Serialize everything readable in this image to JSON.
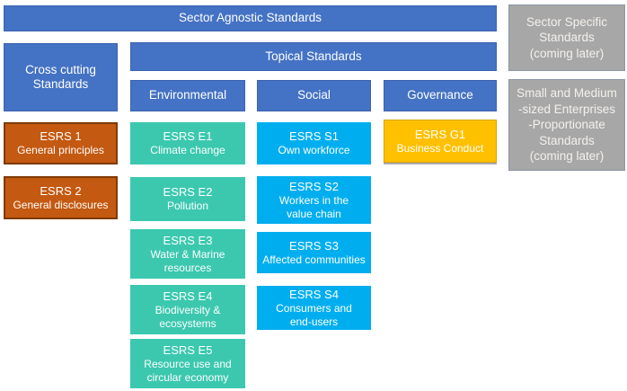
{
  "diagram": {
    "title_banner": "Sector Agnostic Standards",
    "topical_banner": "Topical Standards",
    "cross_cutting_header": "Cross cutting\nStandards",
    "columns": {
      "environmental": "Environmental",
      "social": "Social",
      "governance": "Governance"
    },
    "coming_later_notes": {
      "sector_specific": "Sector Specific\nStandards\n(coming later)",
      "sme": "Small and Medium\n-sized Enterprises\n-Proportionate\nStandards\n(coming later)"
    }
  },
  "cards": {
    "cross_cutting": [
      {
        "code": "ESRS 1",
        "label": "General principles"
      },
      {
        "code": "ESRS 2",
        "label": "General disclosures"
      }
    ],
    "environmental": [
      {
        "code": "ESRS E1",
        "label": "Climate change"
      },
      {
        "code": "ESRS E2",
        "label": "Pollution"
      },
      {
        "code": "ESRS E3",
        "label": "Water & Marine\nresources"
      },
      {
        "code": "ESRS E4",
        "label": "Biodiversity &\necosystems"
      },
      {
        "code": "ESRS E5",
        "label": "Resource use and\ncircular economy"
      }
    ],
    "social": [
      {
        "code": "ESRS S1",
        "label": "Own workforce"
      },
      {
        "code": "ESRS S2",
        "label": "Workers in the\nvalue chain"
      },
      {
        "code": "ESRS S3",
        "label": "Affected communities"
      },
      {
        "code": "ESRS S4",
        "label": "Consumers and\nend-users"
      }
    ],
    "governance": [
      {
        "code": "ESRS G1",
        "label": "Business Conduct"
      }
    ]
  },
  "colors": {
    "banner_blue": "#4472C4",
    "cross_cutting_orange": "#C45911",
    "environmental_teal": "#3BC8AF",
    "social_cyan": "#00AEEF",
    "governance_yellow": "#FFC000",
    "coming_later_gray": "#A7A7A7",
    "text_white": "#FFFFFF"
  }
}
